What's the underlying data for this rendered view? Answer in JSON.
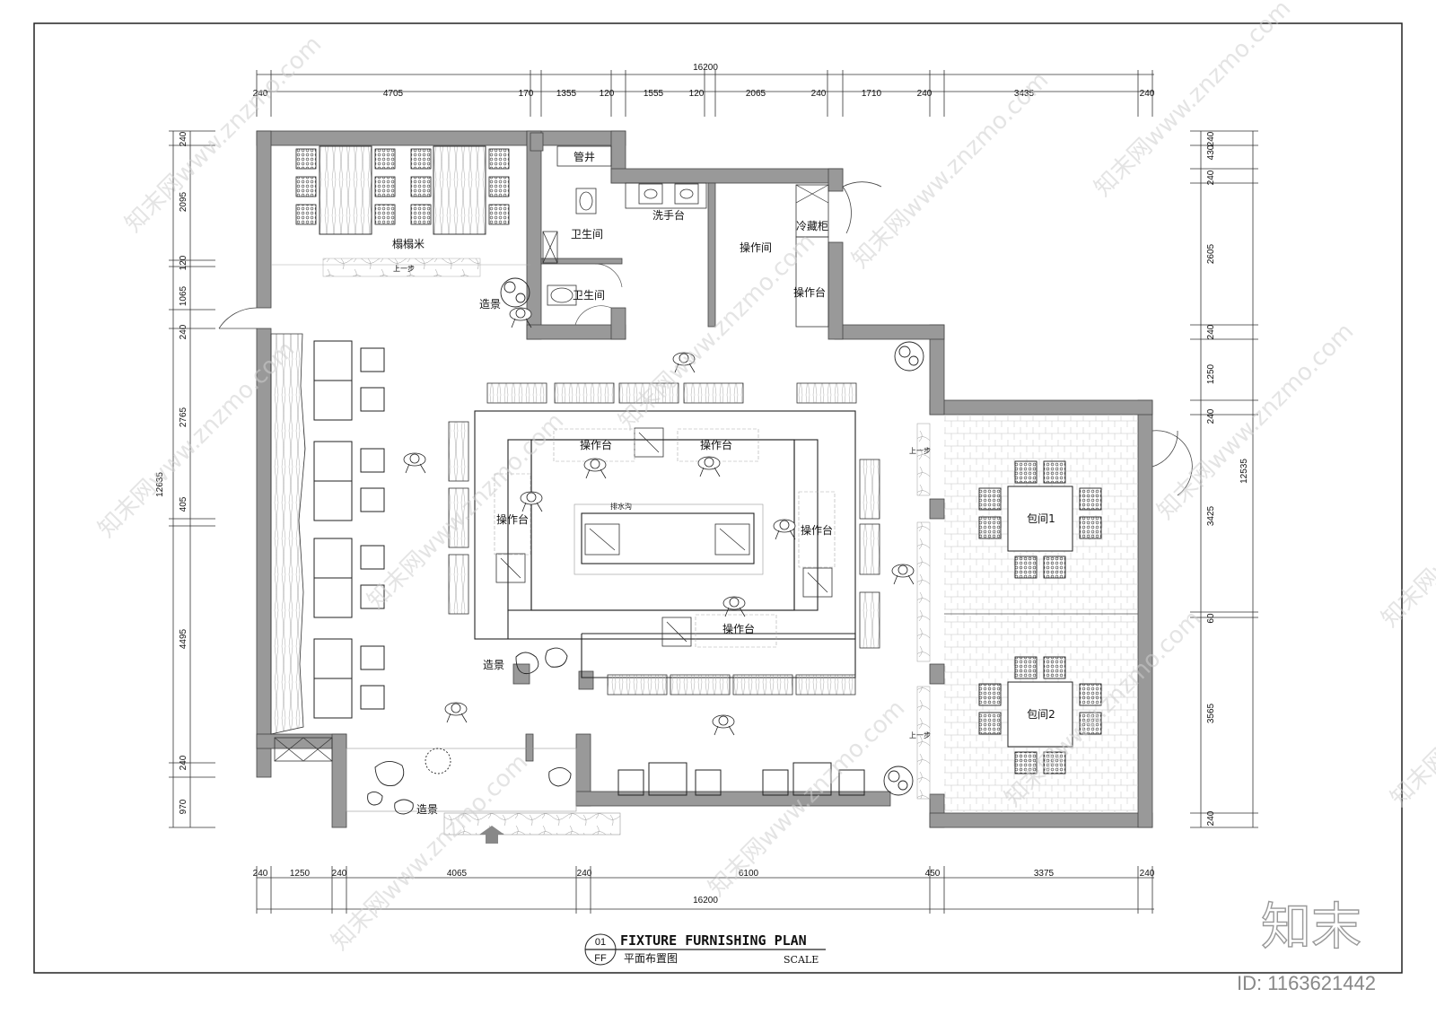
{
  "title": {
    "badge_top": "01",
    "badge_bottom": "FF",
    "main": "FIXTURE FURNISHING PLAN",
    "sub": "平面布置图",
    "scale": "SCALE"
  },
  "dims": {
    "top_total": "16200",
    "top": [
      "240",
      "4705",
      "170",
      "1355",
      "120",
      "1555",
      "120",
      "2065",
      "240",
      "1710",
      "240",
      "3435",
      "240"
    ],
    "bottom_total": "16200",
    "bottom": [
      "240",
      "1250",
      "240",
      "4065",
      "240",
      "6100",
      "450",
      "3375",
      "240"
    ],
    "left_total": "12635",
    "left": [
      "240",
      "2095",
      "120",
      "1065",
      "240",
      "2765",
      "405",
      "4495",
      "240",
      "970"
    ],
    "right_total": "12535",
    "right": [
      "240",
      "430",
      "240",
      "2605",
      "240",
      "1250",
      "240",
      "3425",
      "60",
      "3565",
      "240"
    ]
  },
  "rooms": {
    "tatami": "榻榻米",
    "step_up": "上一步",
    "shaft": "管井",
    "wash": "洗手台",
    "wc1": "卫生间",
    "wc2": "卫生间",
    "kitchen": "操作间",
    "fridge": "冷藏柜",
    "counter_k": "操作台",
    "landscape1": "造景",
    "landscape2": "造景",
    "landscape3": "造景",
    "counter_a": "操作台",
    "counter_b": "操作台",
    "counter_c": "操作台",
    "counter_d": "操作台",
    "counter_e": "操作台",
    "drain": "排水沟",
    "private1": "包间1",
    "private2": "包间2",
    "step_a": "上一步",
    "step_b": "上一步"
  },
  "watermark": {
    "text": "知末网www.znzmo.com",
    "brand": "知末",
    "id": "ID: 1163621442"
  }
}
